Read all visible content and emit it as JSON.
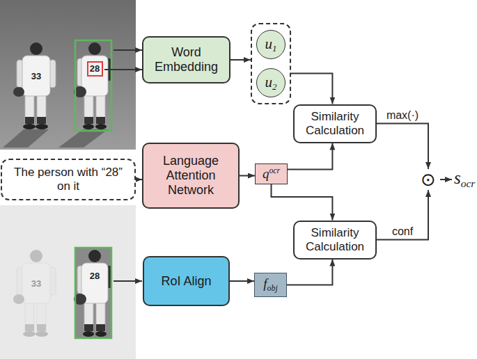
{
  "diagram": {
    "nodes": [
      {
        "text": [
          "Word Embedding"
        ]
      },
      {
        "text": []
      },
      {
        "text": [
          "u1"
        ],
        "in": 1
      },
      {
        "text": [
          "u2"
        ],
        "in": 1
      },
      {
        "text": [
          "The person with “28” on it"
        ]
      },
      {
        "text": [
          "Language Attention Network"
        ]
      },
      {
        "text": [
          "qocr"
        ]
      },
      {
        "text": [
          "Similarity Calculation"
        ]
      },
      {
        "text": [
          "Similarity Calculation"
        ]
      },
      {
        "text": [
          "RoI Align"
        ]
      },
      {
        "text": [
          "fobj"
        ]
      },
      {
        "text": [
          "⊙"
        ]
      }
    ],
    "edges": [
      {
        "from": 0,
        "to": 1,
        "arrow": "to"
      },
      {
        "from": 1,
        "to": 7,
        "arrow": "to"
      },
      {
        "from": 4,
        "to": 5,
        "arrow": "to"
      },
      {
        "from": 5,
        "to": 6,
        "arrow": "to"
      },
      {
        "from": 6,
        "to": 7,
        "arrow": "to"
      },
      {
        "from": 6,
        "to": 8,
        "arrow": "to"
      },
      {
        "from": 9,
        "to": 10,
        "arrow": "to"
      },
      {
        "from": 10,
        "to": 8,
        "arrow": "to"
      },
      {
        "from": 7,
        "to": 11,
        "arrow": "to",
        "label": "max(·)"
      },
      {
        "from": 8,
        "to": 11,
        "arrow": "to",
        "label": "conf"
      }
    ],
    "labels": [
      "33",
      "28",
      "33",
      "28",
      "socr"
    ]
  }
}
